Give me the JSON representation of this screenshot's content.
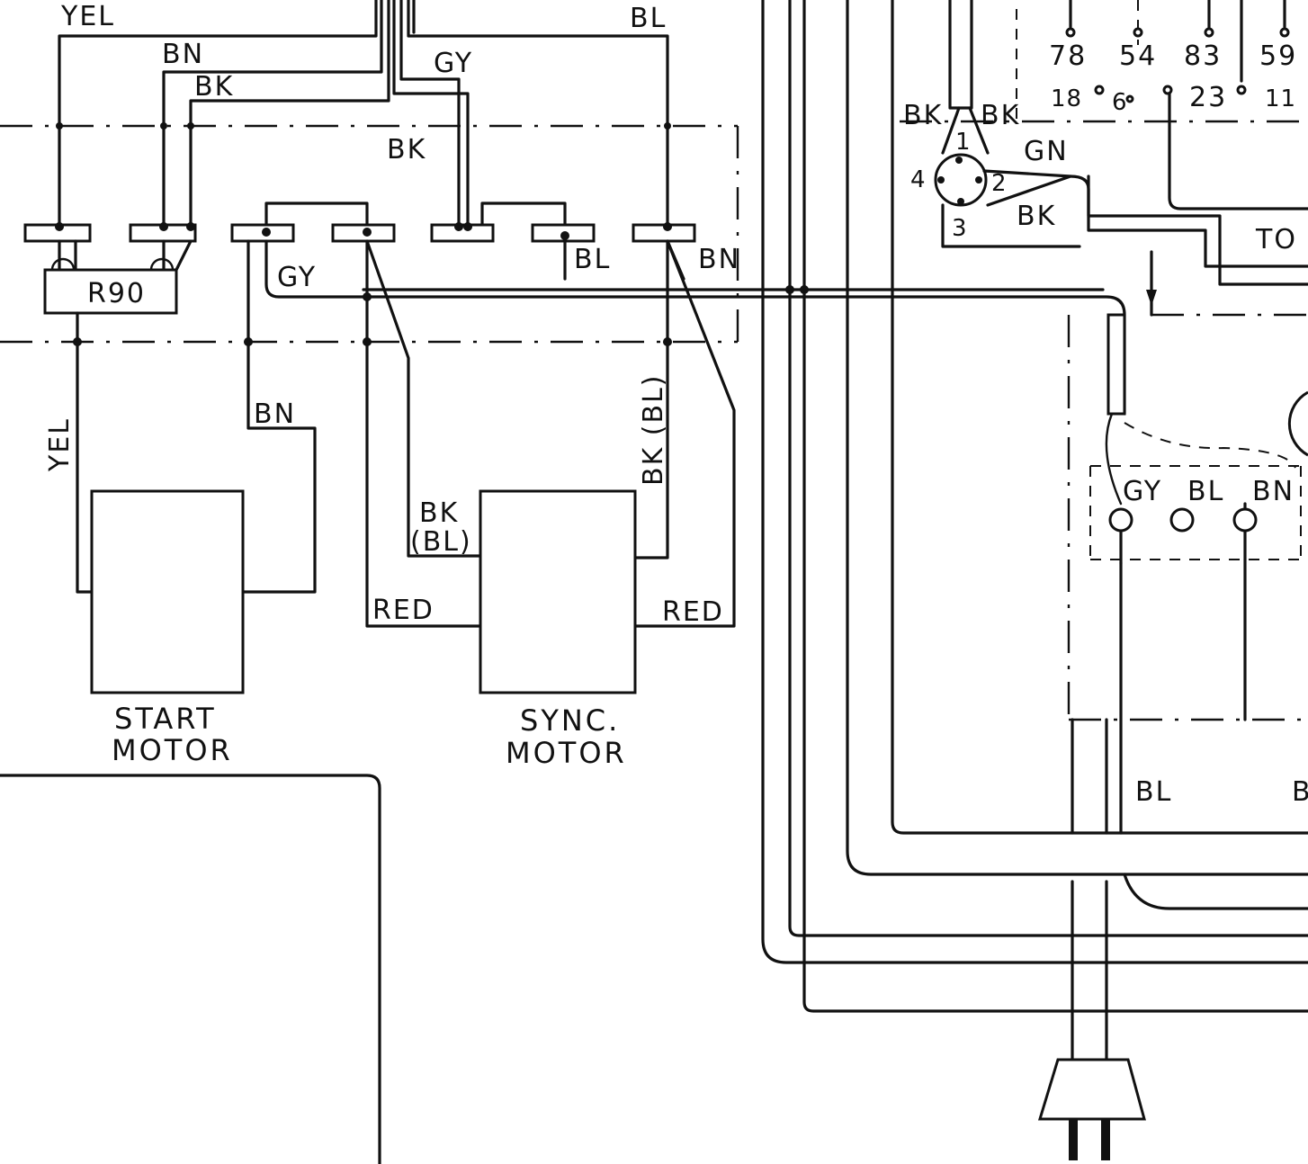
{
  "wire_labels": {
    "yel_top": "YEL",
    "bn_top": "BN",
    "bk_top": "BK",
    "gy_top": "GY",
    "bl_top": "BL",
    "bk_mid": "BK",
    "gy_mid": "GY",
    "bl_mid": "BL",
    "bn_mid": "BN",
    "yel_vert": "YEL",
    "bn_low": "BN",
    "bk_bl_left": "BK",
    "bk_bl_left_paren": "(BL)",
    "bk_bl_vert": "BK (BL)",
    "red_left": "RED",
    "red_right": "RED",
    "bk_switch_left": "BK",
    "bk_switch_right": "BK",
    "gn_switch": "GN",
    "bk_switch_low": "BK",
    "to": "TO",
    "gy_term": "GY",
    "bl_term": "BL",
    "bn_term": "BN",
    "bl_bottom": "BL",
    "b_bottom_cut": "B"
  },
  "components": {
    "resistor": "R90",
    "start_motor_line1": "START",
    "start_motor_line2": "MOTOR",
    "sync_motor_line1": "SYNC.",
    "sync_motor_line2": "MOTOR"
  },
  "switch_pins": [
    "1",
    "2",
    "3",
    "4"
  ],
  "terminal_numbers_top": [
    "78",
    "54",
    "83",
    "59"
  ],
  "terminal_numbers_bottom": [
    "18",
    "6",
    "23",
    "11"
  ]
}
